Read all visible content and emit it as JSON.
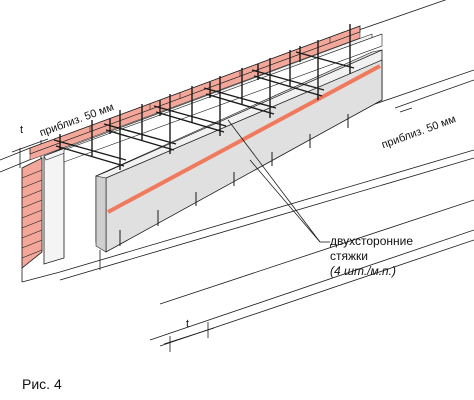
{
  "figure": {
    "caption": "Рис. 4",
    "dimension_t": "t",
    "spacing_left": "приблиз. 50 мм",
    "spacing_right": "приблиз. 50 мм",
    "callout": {
      "line1": "двухсторонние",
      "line2": "стяжки",
      "line3": "(4 шт./м.п.)"
    }
  },
  "colors": {
    "brick": "#f2a79a",
    "accent_stripe": "#f07a5e",
    "insulation_face": "#f4f4f4",
    "panel_face": "#e0e0e0",
    "panel_top": "#d9d9d9",
    "line": "#1a1a1a"
  },
  "icons": [
    "two-sided-tie-icon"
  ]
}
